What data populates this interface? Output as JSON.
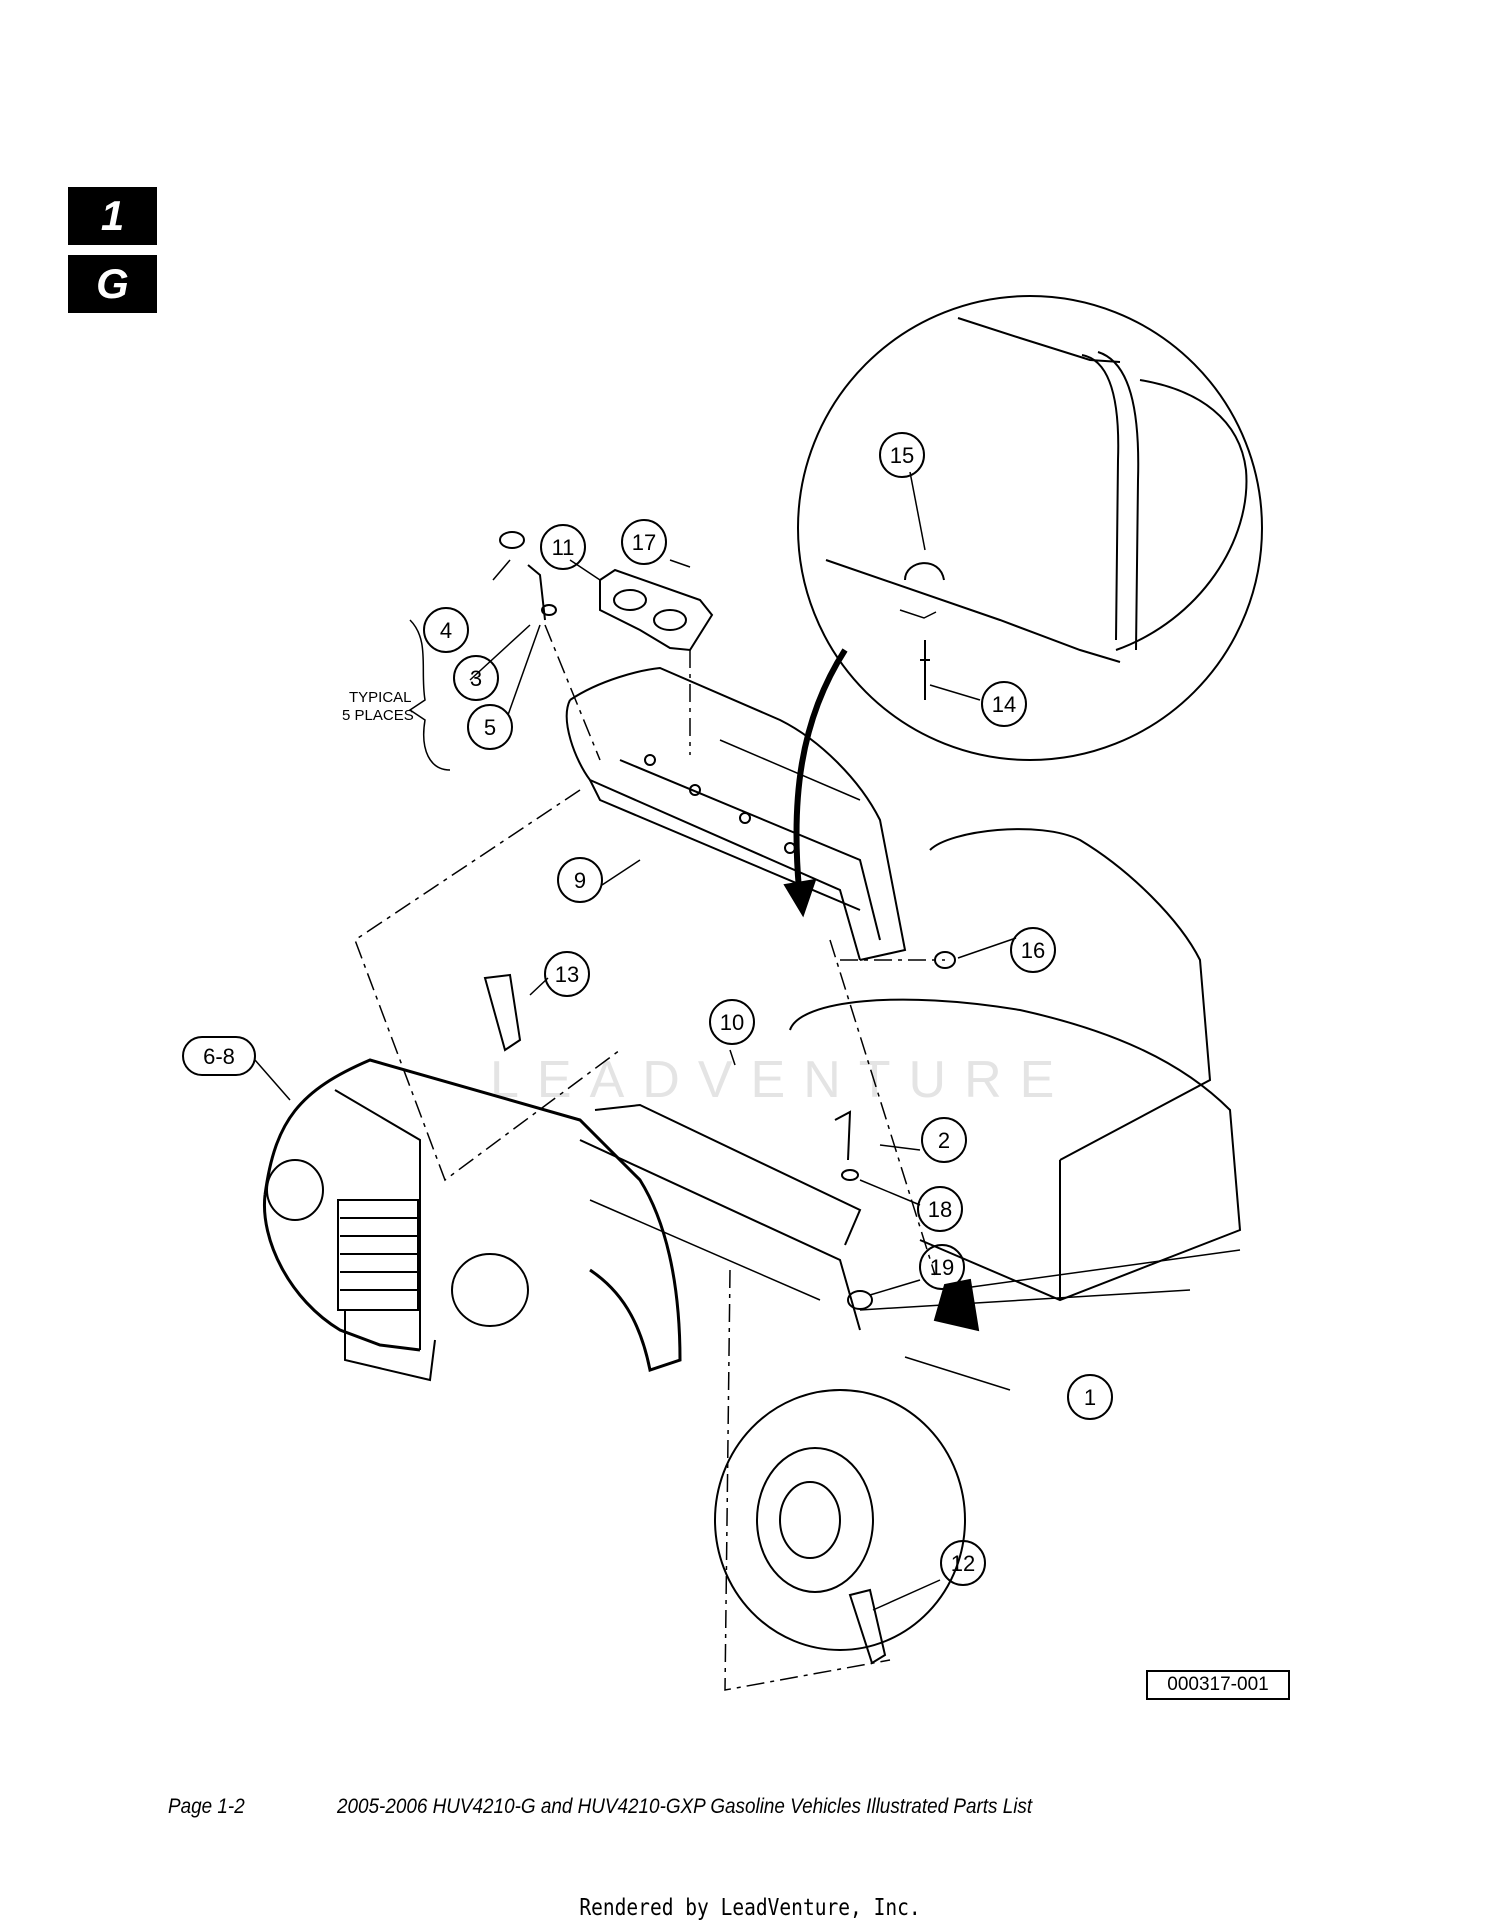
{
  "section_tabs": {
    "number": "1",
    "letter": "G"
  },
  "callouts": {
    "c1": "1",
    "c2": "2",
    "c3": "3",
    "c4": "4",
    "c5": "5",
    "c6_8": "6-8",
    "c9": "9",
    "c10": "10",
    "c11": "11",
    "c12": "12",
    "c13": "13",
    "c14": "14",
    "c15": "15",
    "c16": "16",
    "c17": "17",
    "c18": "18",
    "c19": "19"
  },
  "note": {
    "line1": "TYPICAL",
    "line2": "5 PLACES"
  },
  "figure_number": "000317-001",
  "watermark": "LEADVENTURE",
  "footer": {
    "page": "Page 1-2",
    "title": "2005-2006 HUV4210-G and HUV4210-GXP Gasoline Vehicles Illustrated Parts List"
  },
  "rendered_by": "Rendered by LeadVenture, Inc."
}
